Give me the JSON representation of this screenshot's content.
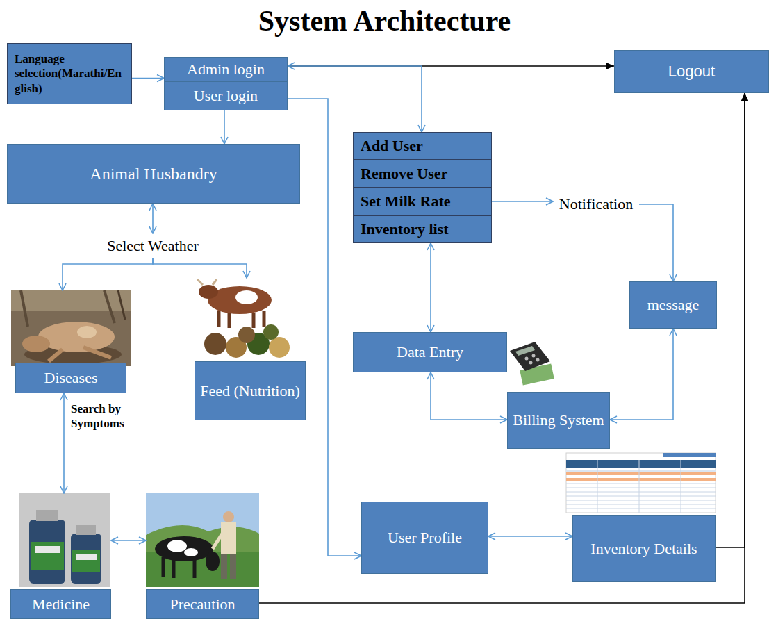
{
  "diagram": {
    "title": "System Architecture",
    "nodes": [
      {
        "text": [
          "Language selection(Marathi/English)"
        ]
      },
      {
        "text": [
          "Admin login"
        ]
      },
      {
        "text": [
          "User login"
        ]
      },
      {
        "text": [
          "Logout"
        ]
      },
      {
        "text": [
          "Animal Husbandry"
        ]
      },
      {
        "text": [
          "Add User"
        ]
      },
      {
        "text": [
          "Remove User"
        ]
      },
      {
        "text": [
          "Set Milk Rate"
        ]
      },
      {
        "text": [
          "Inventory list"
        ]
      },
      {
        "text": [
          "Select Weather"
        ]
      },
      {
        "text": [
          "Notification"
        ]
      },
      {
        "text": [
          "message"
        ]
      },
      {
        "text": [
          "Diseases"
        ]
      },
      {
        "text": [
          "Feed (Nutrition)"
        ]
      },
      {
        "text": [
          "Data Entry"
        ]
      },
      {
        "text": [
          "Billing System"
        ]
      },
      {
        "text": [
          "Medicine"
        ]
      },
      {
        "text": [
          "Precaution"
        ]
      },
      {
        "text": [
          "User Profile"
        ]
      },
      {
        "text": [
          "Inventory Details"
        ]
      }
    ],
    "edges": [
      {
        "from": 0,
        "to": 1,
        "arrow": "to"
      },
      {
        "from": 1,
        "to": 3,
        "arrow": "to"
      },
      {
        "from": 1,
        "to": 5,
        "arrow": "both"
      },
      {
        "from": 2,
        "to": 18,
        "arrow": "to"
      },
      {
        "from": 2,
        "to": 4,
        "arrow": "to"
      },
      {
        "from": 4,
        "to": 9,
        "arrow": "both"
      },
      {
        "from": 9,
        "to": 12,
        "arrow": "to"
      },
      {
        "from": 9,
        "to": 13,
        "arrow": "to"
      },
      {
        "from": 12,
        "to": 16,
        "label": "Search by Symptoms",
        "arrow": "both"
      },
      {
        "from": 16,
        "to": 17,
        "arrow": "both"
      },
      {
        "from": 17,
        "to": 3,
        "arrow": "to"
      },
      {
        "from": 19,
        "to": 3,
        "arrow": "to"
      },
      {
        "from": 7,
        "to": 10,
        "arrow": "to"
      },
      {
        "from": 10,
        "to": 11,
        "arrow": "to"
      },
      {
        "from": 8,
        "to": 14,
        "arrow": "both"
      },
      {
        "from": 14,
        "to": 15,
        "arrow": "both"
      },
      {
        "from": 15,
        "to": 11,
        "arrow": "both"
      },
      {
        "from": 18,
        "to": 19,
        "arrow": "both"
      }
    ]
  }
}
